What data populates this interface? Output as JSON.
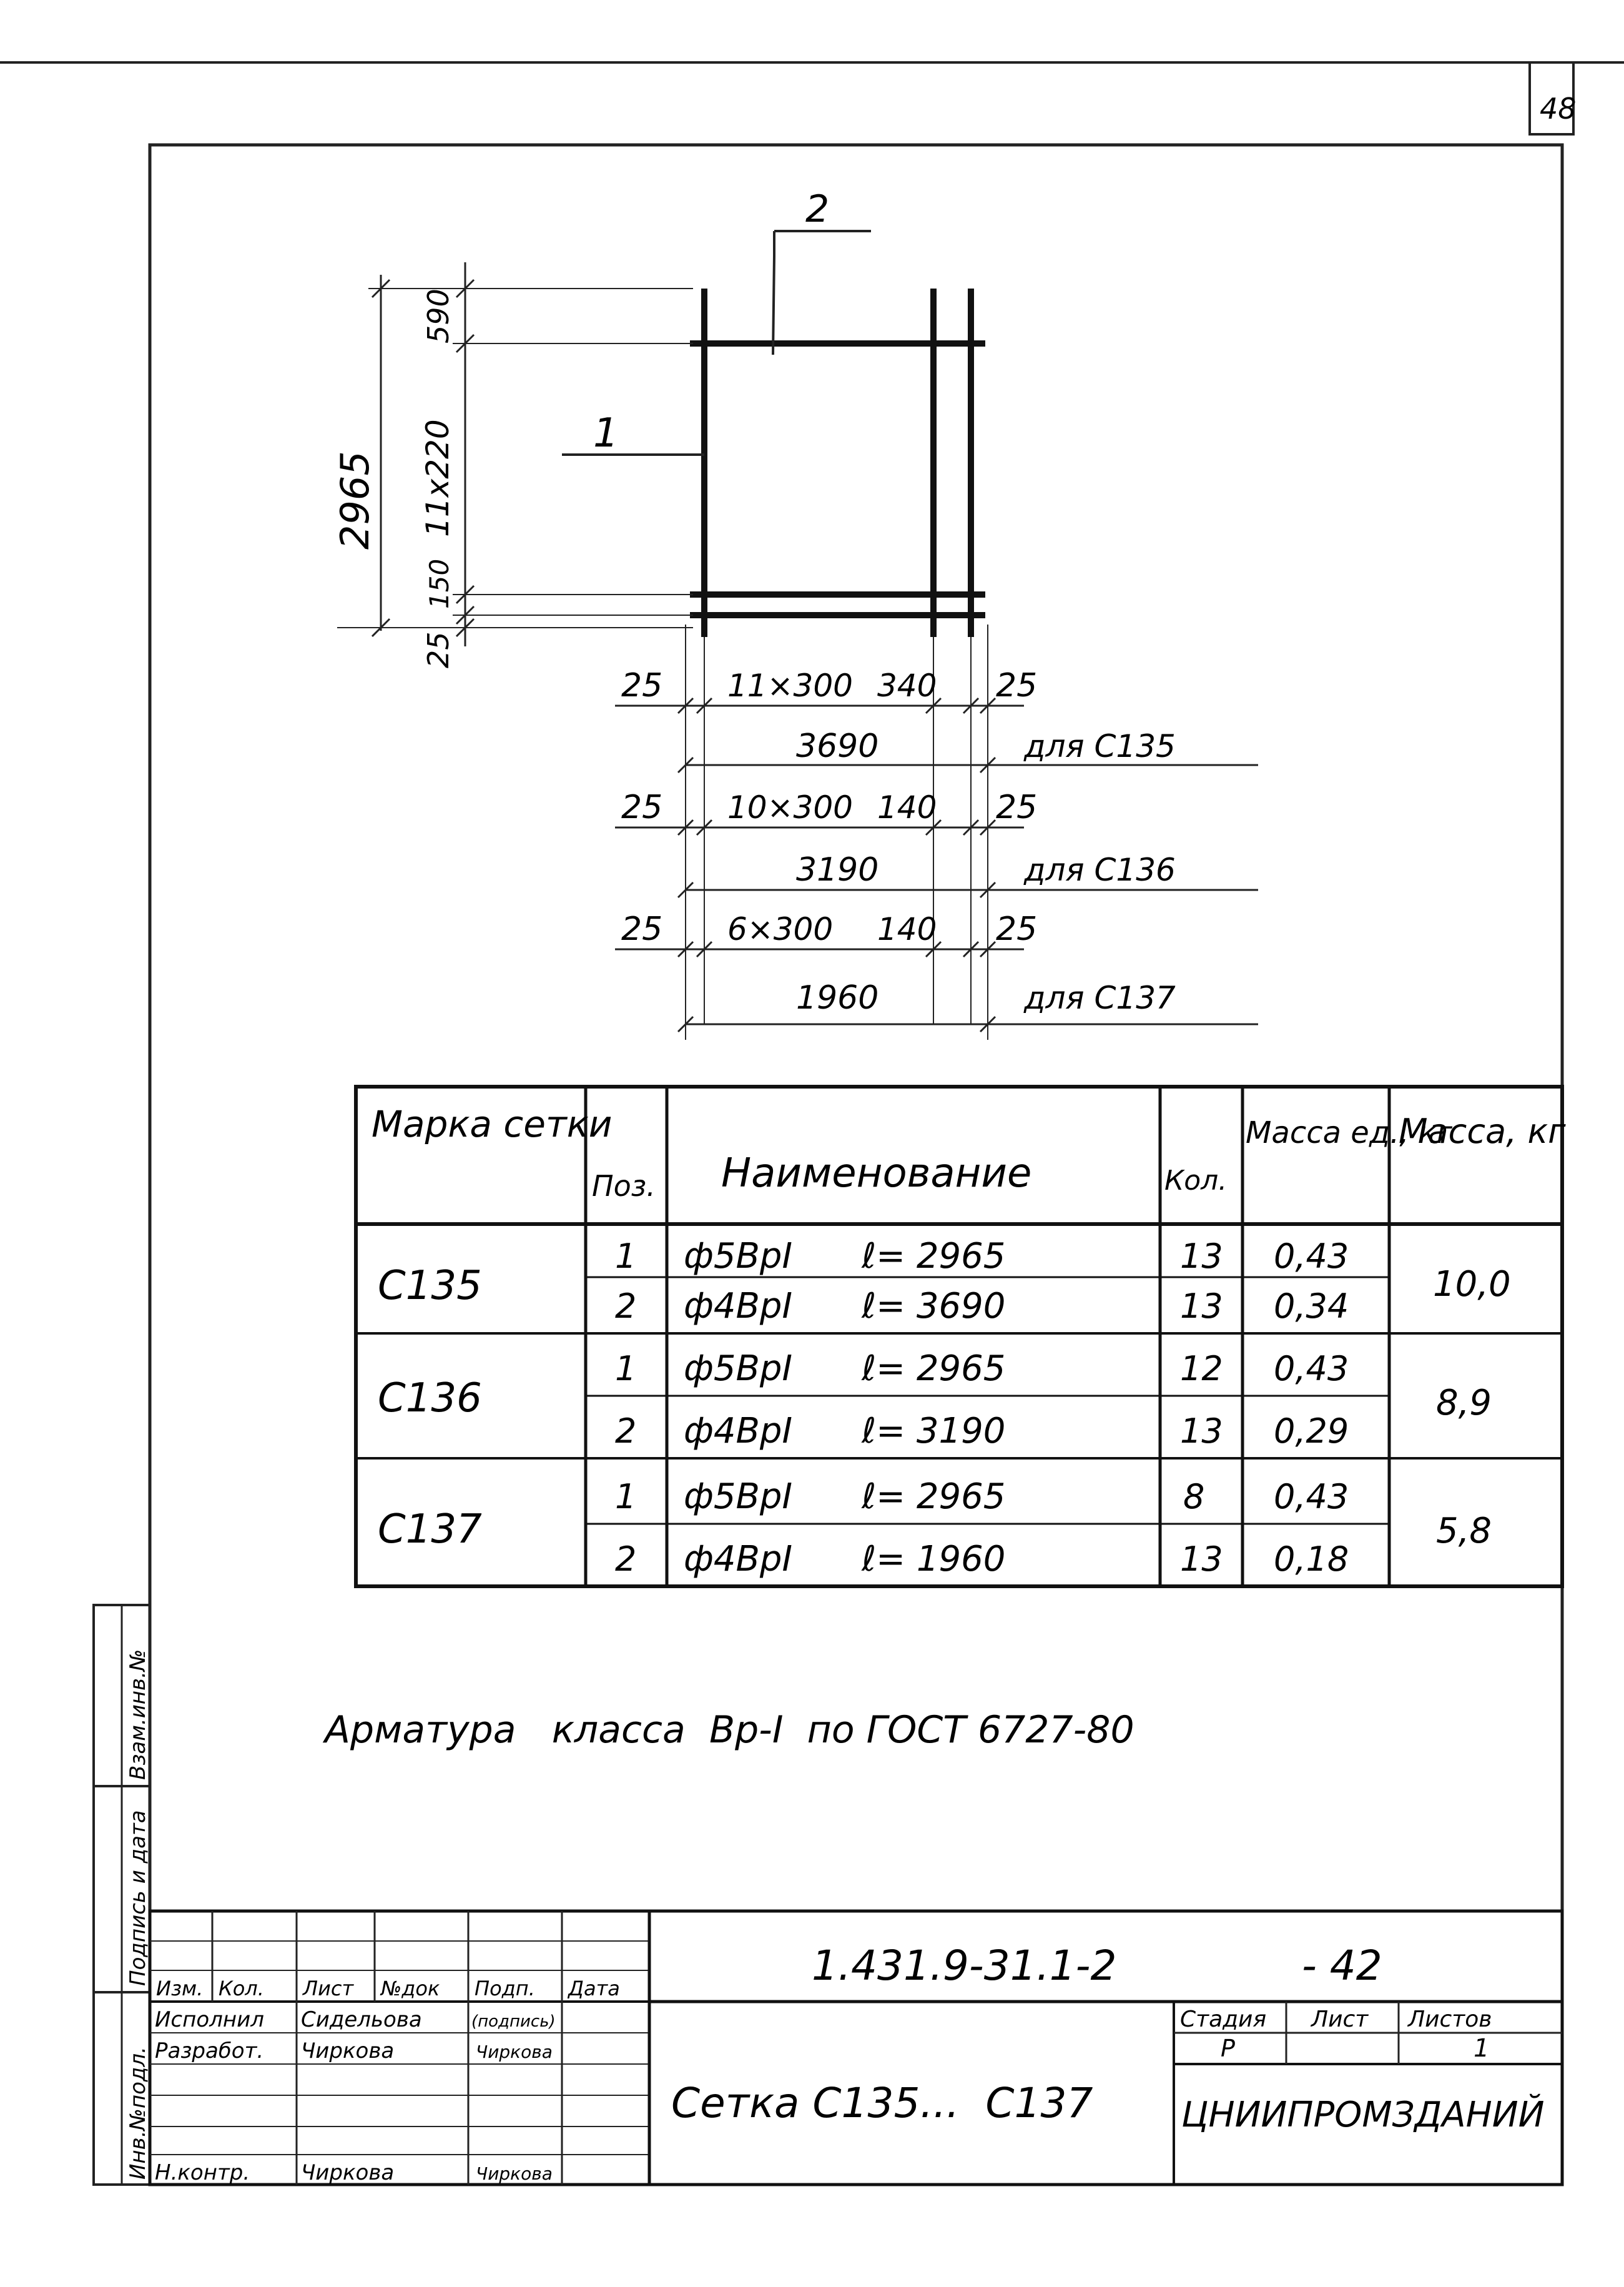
{
  "sheet": {
    "page_number": "48"
  },
  "drawing": {
    "position_1": "1",
    "position_2": "2",
    "height_total": "2965",
    "height_top": "590",
    "height_mid": "11x220",
    "height_low": "150",
    "height_bottom": "25",
    "rows": [
      {
        "left": "25",
        "mid": "11×300",
        "step": "340",
        "right": "25",
        "total": "3690",
        "note": "для С135"
      },
      {
        "left": "25",
        "mid": "10×300",
        "step": "140",
        "right": "25",
        "total": "3190",
        "note": "для С136"
      },
      {
        "left": "25",
        "mid": "6×300",
        "step": "140",
        "right": "25",
        "total": "1960",
        "note": "для С137"
      }
    ]
  },
  "spec_table": {
    "headers": [
      "Марка сетки",
      "Поз.",
      "Наименование",
      "Кол.",
      "Масса ед., кг",
      "Масса, кг"
    ],
    "groups": [
      {
        "mark": "С135",
        "total_mass": "10,0",
        "rows": [
          {
            "pos": "1",
            "bar": "ф5ВрI",
            "length": "ℓ= 2965",
            "qty": "13",
            "unit_mass": "0,43"
          },
          {
            "pos": "2",
            "bar": "ф4ВрI",
            "length": "ℓ= 3690",
            "qty": "13",
            "unit_mass": "0,34"
          }
        ]
      },
      {
        "mark": "С136",
        "total_mass": "8,9",
        "rows": [
          {
            "pos": "1",
            "bar": "ф5ВрI",
            "length": "ℓ= 2965",
            "qty": "12",
            "unit_mass": "0,43"
          },
          {
            "pos": "2",
            "bar": "ф4ВрI",
            "length": "ℓ= 3190",
            "qty": "13",
            "unit_mass": "0,29"
          }
        ]
      },
      {
        "mark": "С137",
        "total_mass": "5,8",
        "rows": [
          {
            "pos": "1",
            "bar": "ф5ВрI",
            "length": "ℓ= 2965",
            "qty": "8",
            "unit_mass": "0,43"
          },
          {
            "pos": "2",
            "bar": "ф4ВрI",
            "length": "ℓ= 1960",
            "qty": "13",
            "unit_mass": "0,18"
          }
        ]
      }
    ]
  },
  "note": "Арматура   класса  Вр-I  по ГОСТ 6727-80",
  "side_stamp": [
    "Инв.№подл.",
    "Подпись и дата",
    "Взам.инв.№"
  ],
  "title_block": {
    "doc_code": "1.431.9-31.1-2",
    "sheet_code": "- 42",
    "title": "Сетка С135...  С137",
    "col_headers": [
      "Изм.",
      "Кол.",
      "Лист",
      "№док",
      "Подп.",
      "Дата"
    ],
    "roles": [
      {
        "role": "Исполнил",
        "name": "Сидельова",
        "sign": "(подпись)"
      },
      {
        "role": "Разработ.",
        "name": "Чиркова",
        "sign": "Чиркова"
      },
      {
        "role": "",
        "name": "",
        "sign": ""
      },
      {
        "role": "",
        "name": "",
        "sign": ""
      },
      {
        "role": "Н.контр.",
        "name": "Чиркова",
        "sign": "Чиркова"
      }
    ],
    "stage_label": "Стадия",
    "sheet_label": "Лист",
    "sheets_label": "Листов",
    "stage": "Р",
    "sheet": "",
    "sheets": "1",
    "org": "ЦНИИПРОМЗДАНИЙ"
  }
}
